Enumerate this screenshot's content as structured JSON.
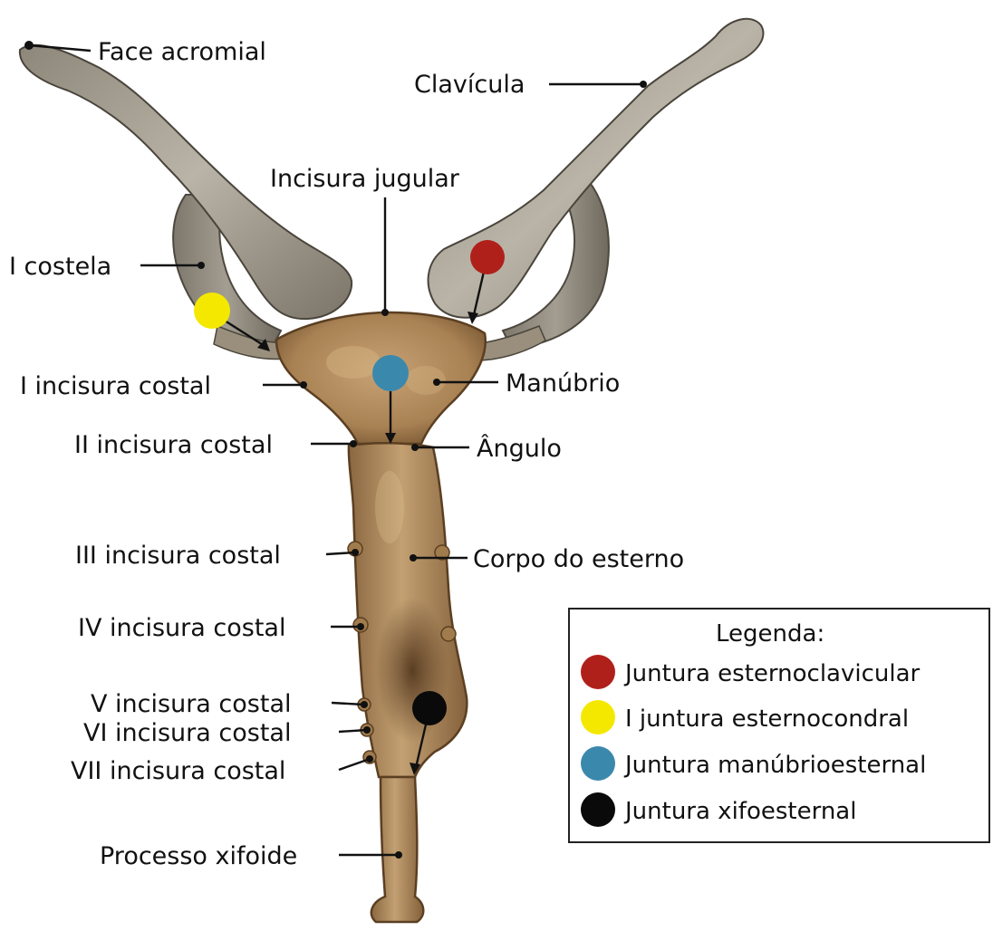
{
  "labels": {
    "face_acromial": "Face acromial",
    "clavicula": "Clavícula",
    "incisura_jugular": "Incisura jugular",
    "i_costela": "I costela",
    "i_incisura": "I incisura costal",
    "manubrio": "Manúbrio",
    "ii_incisura": "II incisura costal",
    "angulo": "Ângulo",
    "iii_incisura": "III incisura costal",
    "corpo": "Corpo do esterno",
    "iv_incisura": "IV incisura costal",
    "v_incisura": "V incisura costal",
    "vi_incisura": "VI incisura costal",
    "vii_incisura": "VII incisura costal",
    "processo": "Processo xifoide"
  },
  "legend": {
    "title": "Legenda:",
    "items": [
      {
        "label": "Juntura esternoclavicular",
        "color": "#b0201a"
      },
      {
        "label": "I juntura esternocondral",
        "color": "#f5e800"
      },
      {
        "label": "Juntura manúbrioesternal",
        "color": "#3b88ad"
      },
      {
        "label": "Juntura xifoesternal",
        "color": "#0a0a0a"
      }
    ]
  },
  "colors": {
    "bone_clavicle": "#a7a294",
    "bone_sternum": "#b48e5e",
    "bone_dark": "#5a3d22"
  }
}
